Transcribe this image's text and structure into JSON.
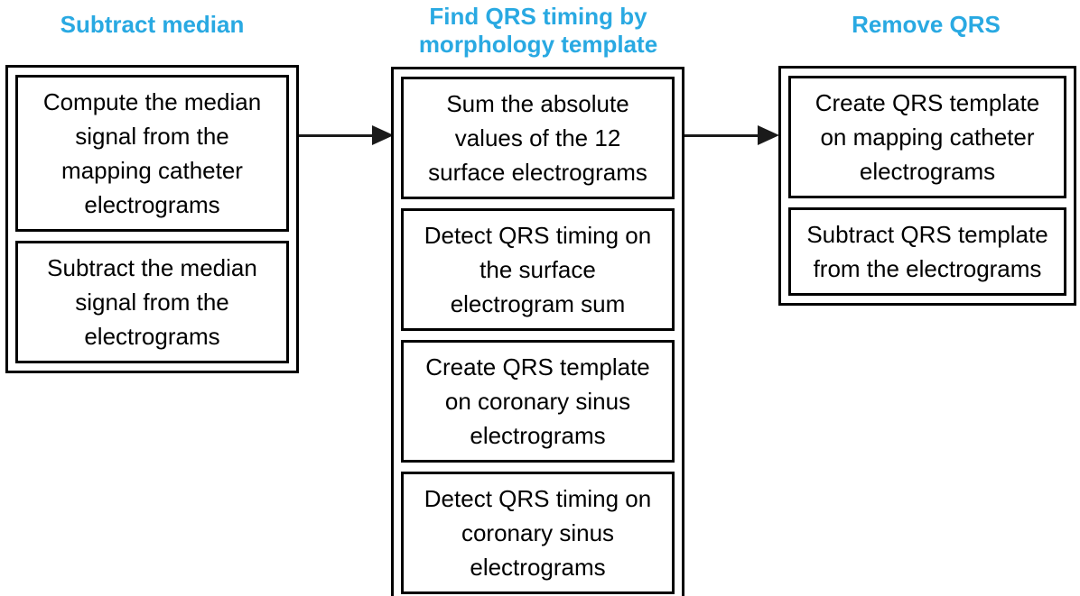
{
  "colors": {
    "accent_blue": "#29A9E2",
    "border": "#000000",
    "text": "#000000",
    "background": "#FFFFFF"
  },
  "columns": [
    {
      "id": "subtract-median",
      "title": "Subtract median",
      "steps": [
        "Compute the median\nsignal from the\nmapping catheter\nelectrograms",
        "Subtract the median\nsignal from the\nelectrograms"
      ]
    },
    {
      "id": "find-qrs-timing",
      "title": "Find QRS timing by\nmorphology template",
      "steps": [
        "Sum the absolute\nvalues of the 12\nsurface electrograms",
        "Detect QRS timing on\nthe surface\nelectrogram sum",
        "Create QRS template\non coronary sinus\nelectrograms",
        "Detect QRS timing on\ncoronary sinus\nelectrograms"
      ]
    },
    {
      "id": "remove-qrs",
      "title": "Remove QRS",
      "steps": [
        "Create QRS template\non mapping catheter\nelectrograms",
        "Subtract QRS template\nfrom the electrograms"
      ]
    }
  ]
}
